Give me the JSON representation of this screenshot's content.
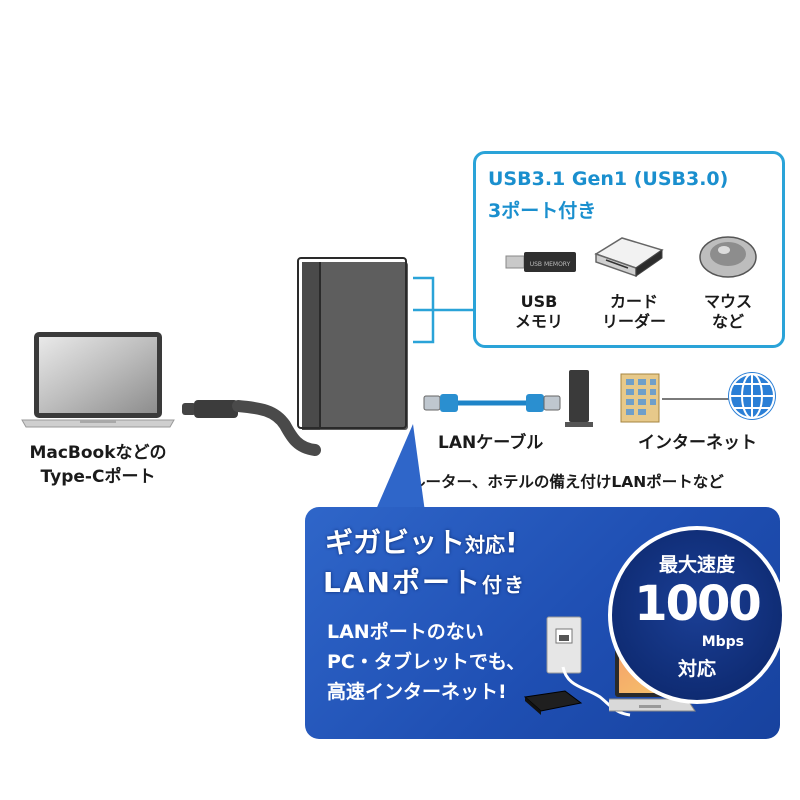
{
  "usb_box": {
    "title_line1": "USB3.1 Gen1 (USB3.0)",
    "title_line2": "3ポート付き",
    "devices": [
      {
        "label_line1": "USB",
        "label_line2": "メモリ"
      },
      {
        "label_line1": "カード",
        "label_line2": "リーダー"
      },
      {
        "label_line1": "マウス",
        "label_line2": "など"
      }
    ],
    "usb_stick_print": "USB MEMORY"
  },
  "laptop_caption": {
    "line1": "MacBookなどの",
    "line2": "Type-Cポート"
  },
  "lan_cable_label": "LANケーブル",
  "internet_label": "インターネット",
  "router_caption": "ルーター、ホテルの備え付けLANポートなど",
  "panel": {
    "headline1_a": "ギガビット",
    "headline1_b": "対応",
    "headline1_c": "!",
    "headline2_a": "LANポート",
    "headline2_b": "付き",
    "body_line1": "LANポートのない",
    "body_line2": "PC・タブレットでも、",
    "body_line3": "高速インターネット!"
  },
  "badge": {
    "top": "最大速度",
    "number": "1000",
    "unit": "Mbps",
    "bottom": "対応"
  },
  "colors": {
    "accent_blue": "#2aa3d8",
    "panel_blue": "#1f4fb3",
    "device_gray": "#5a5a5a"
  }
}
